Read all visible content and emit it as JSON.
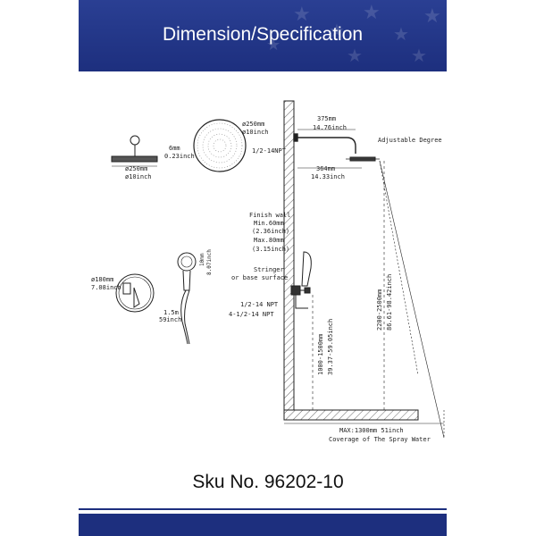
{
  "header": {
    "title": "Dimension/Specification"
  },
  "footer": {
    "sku": "Sku No. 96202-10"
  },
  "labels": {
    "top_view_6mm": "6mm",
    "top_view_023in": "0.23inch",
    "top_view_250mm": "ø250mm",
    "top_view_10in": "ø10inch",
    "head_250mm": "ø250mm",
    "head_10in": "ø10inch",
    "arm_375mm": "375mm",
    "arm_1476in": "14.76inch",
    "npt_half_top": "1/2-14NPT",
    "adjustable": "Adjustable Degree",
    "arm_364mm": "364mm",
    "arm_1433in": "14.33inch",
    "finish_wall": "Finish wall",
    "min_60mm": "Min.60mm",
    "min_236in": "(2.36inch)",
    "max_80mm": "Max.80mm",
    "max_315in": "(3.15inch)",
    "stringer": "Stringer",
    "base_surface": "or base surface",
    "valve_180mm": "ø180mm",
    "valve_708in": "7.08inch",
    "handheld_h1": "10mm",
    "handheld_h2": "8.07inch",
    "hose_15m": "1.5m",
    "hose_59in": "59inch",
    "npt_half": "1/2-14 NPT",
    "npt_4half": "4-1/2-14 NPT",
    "height_range_mm": "2200-2500mm",
    "height_range_in": "86.61-98.42inch",
    "valve_height_mm": "1000-1500mm",
    "valve_height_in": "39.37-59.05inch",
    "spray_max": "MAX:1300mm 51inch",
    "spray_cov": "Coverage of The Spray Water"
  },
  "colors": {
    "banner": "#1d2f7e",
    "line": "#222222"
  }
}
